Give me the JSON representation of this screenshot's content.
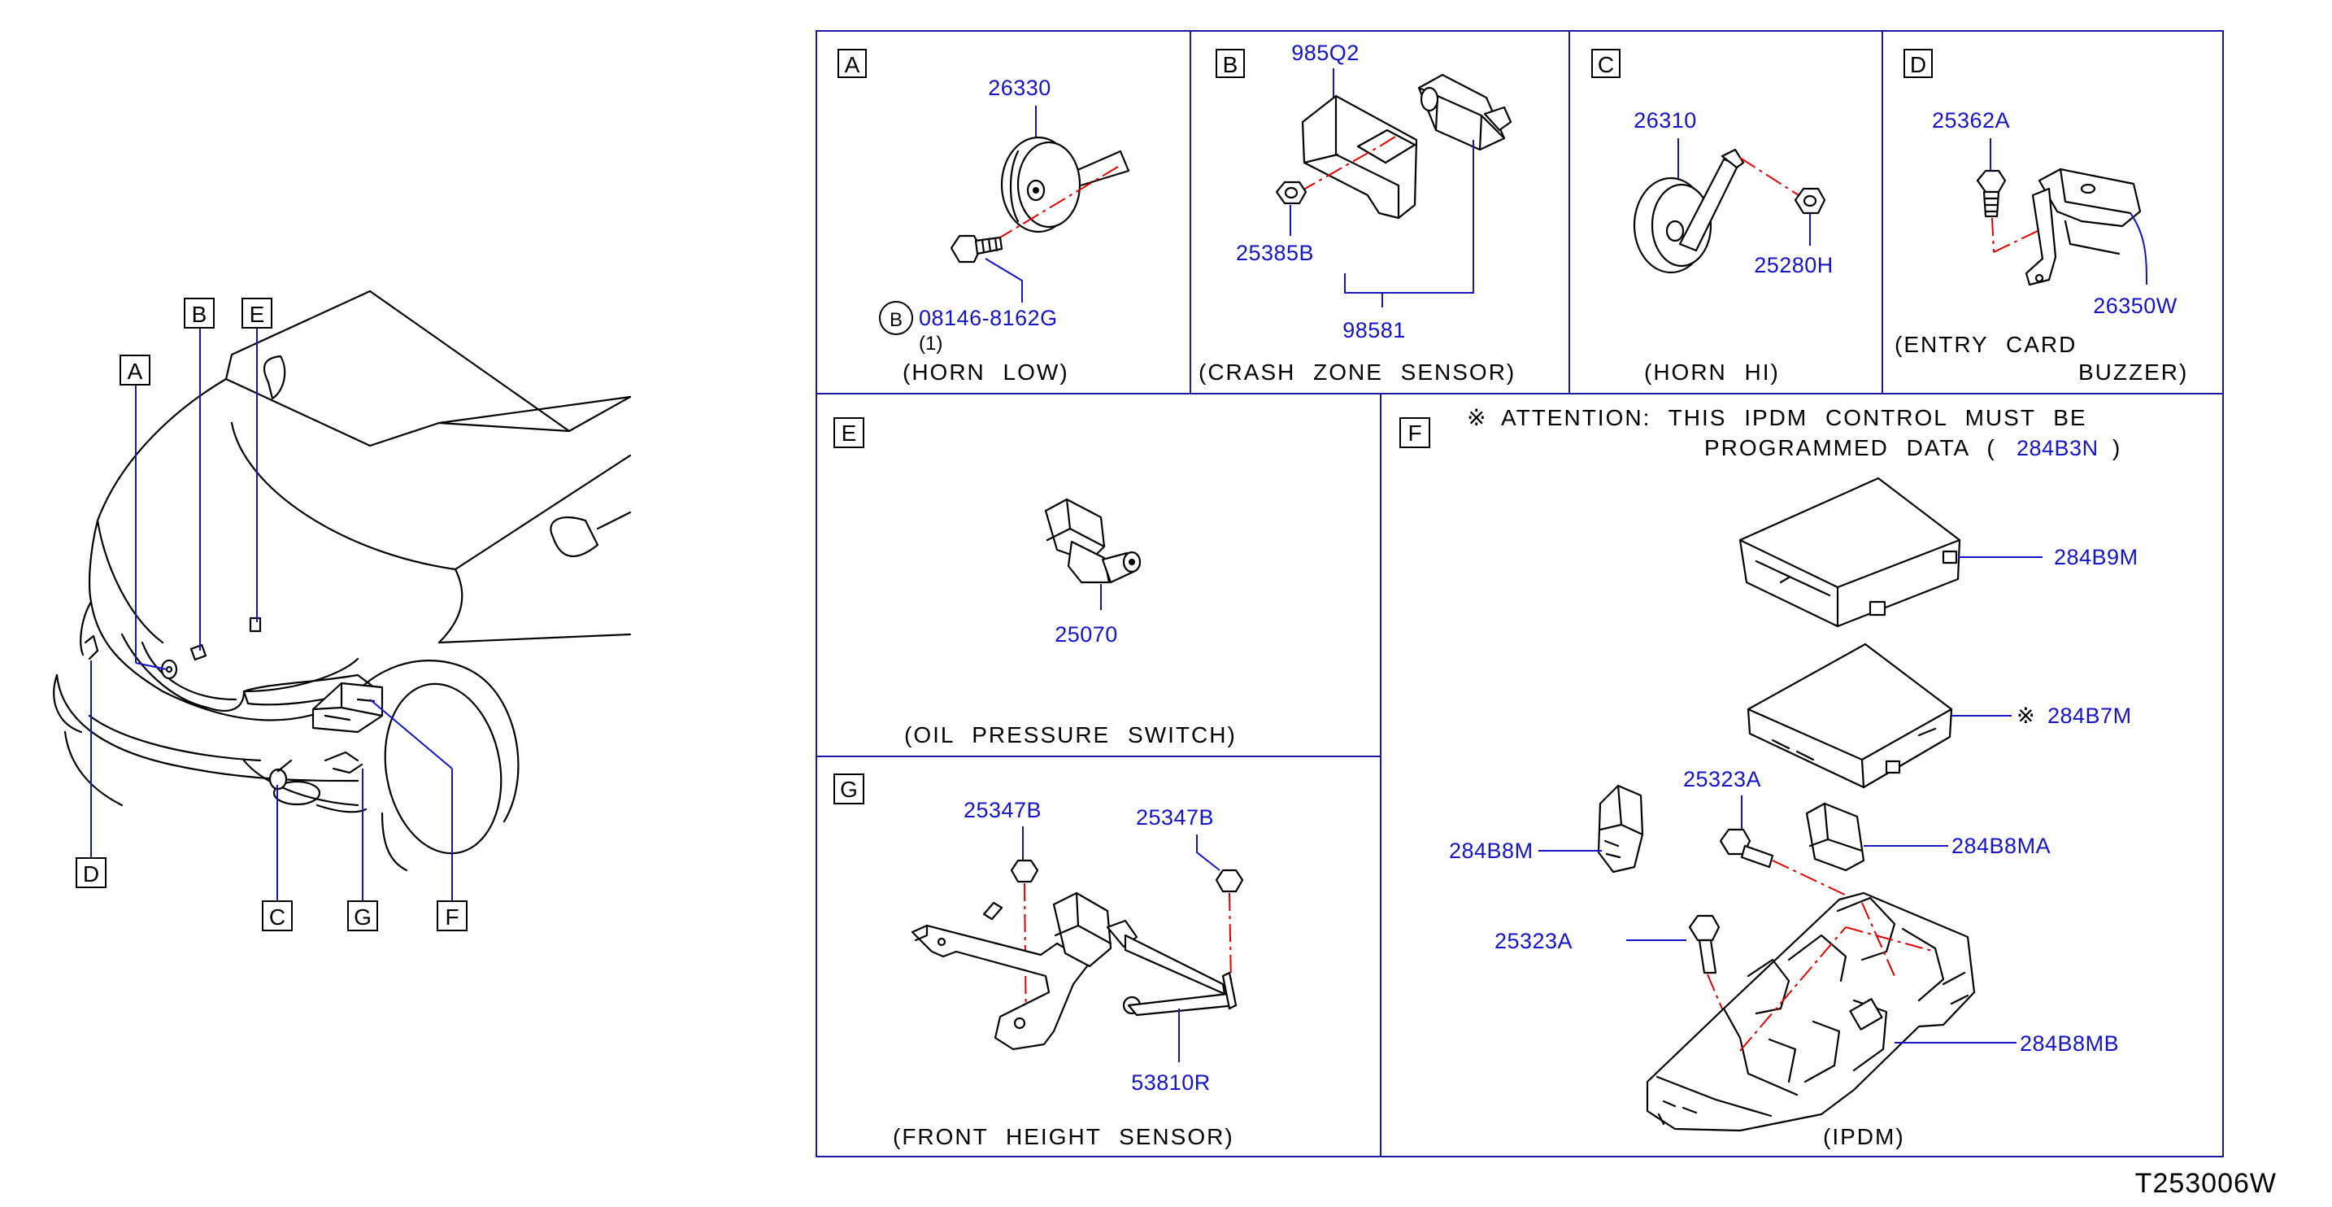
{
  "drawing_number": "T253006W",
  "overview": {
    "callouts": [
      "A",
      "B",
      "E",
      "D",
      "C",
      "G",
      "F"
    ]
  },
  "panels": {
    "A": {
      "letter": "A",
      "caption": "(HORN LOW)",
      "parts": [
        "26330",
        "08146-8162G"
      ],
      "qty": "(1)",
      "bolt_marker": "B"
    },
    "B": {
      "letter": "B",
      "caption": "(CRASH ZONE SENSOR)",
      "parts": [
        "985Q2",
        "25385B",
        "98581"
      ]
    },
    "C": {
      "letter": "C",
      "caption": "(HORN HI)",
      "parts": [
        "26310",
        "25280H"
      ]
    },
    "D": {
      "letter": "D",
      "caption_line1": "(ENTRY CARD",
      "caption_line2": "BUZZER)",
      "parts": [
        "25362A",
        "26350W"
      ]
    },
    "E": {
      "letter": "E",
      "caption": "(OIL PRESSURE SWITCH)",
      "parts": [
        "25070"
      ]
    },
    "F": {
      "letter": "F",
      "attention_symbol": "※",
      "attention_line1": "ATTENTION: THIS IPDM CONTROL MUST BE",
      "attention_line2_prefix": "PROGRAMMED DATA (",
      "attention_line2_part": "284B3N",
      "attention_line2_suffix": ")",
      "caption": "(IPDM)",
      "parts": [
        "284B9M",
        "284B7M",
        "25323A",
        "284B8M",
        "284B8MA",
        "25323A",
        "284B8MB"
      ],
      "marked_part_symbol": "※"
    },
    "G": {
      "letter": "G",
      "caption": "(FRONT HEIGHT SENSOR)",
      "parts": [
        "25347B",
        "25347B",
        "53810R"
      ]
    }
  },
  "colors": {
    "part_number": "#1414c8",
    "frame": "#1a1aa0",
    "centerline": "#e00000",
    "line_art": "#000000"
  }
}
